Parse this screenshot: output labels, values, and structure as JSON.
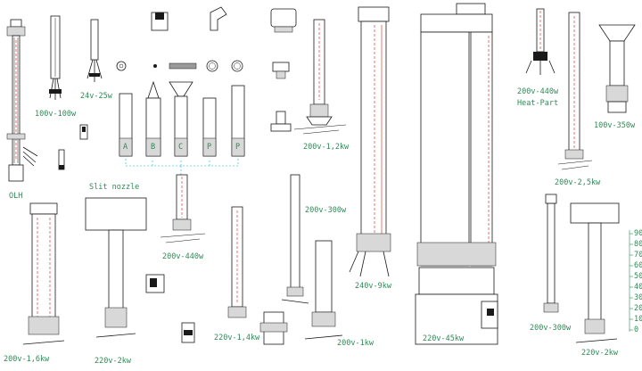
{
  "labels": {
    "olh": "OLH",
    "w100v100": "100v-100w",
    "w24v25": "24v-25w",
    "nozzle_a": "A",
    "nozzle_b": "B",
    "nozzle_c": "C",
    "nozzle_p1": "P",
    "nozzle_p2": "P",
    "slit_nozzle": "Slit nozzle",
    "kw200v12": "200v-1,2kw",
    "w200v440_top": "200v-440w",
    "heat_part": "Heat-Part",
    "w100v350": "100v-350w",
    "kw200v25": "200v-2,5kw",
    "w200v300_mid": "200v-300w",
    "kw240v9": "240v-9kw",
    "w200v440_mid": "200v-440w",
    "kw200v16": "200v-1,6kw",
    "kw220v2_left": "220v-2kw",
    "kw220v14": "220v-1,4kw",
    "kw200v1": "200v-1kw",
    "kw220v45": "220v-45kw",
    "w200v300_low": "200v-300w",
    "kw220v2_right": "220v-2kw"
  },
  "scale_ticks": [
    "90",
    "80",
    "70",
    "60",
    "50",
    "40",
    "30",
    "20",
    "10",
    "0"
  ]
}
